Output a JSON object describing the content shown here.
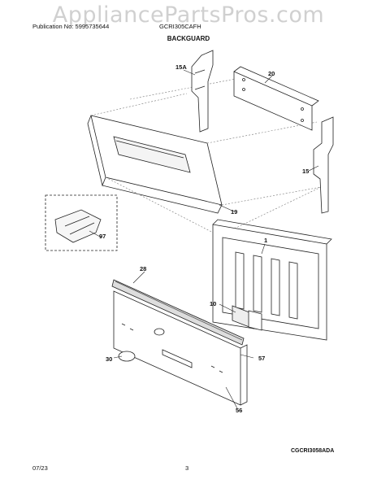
{
  "header": {
    "publication": "Publication No: 5995735644",
    "model": "GCRI305CAFH",
    "section_title": "BACKGUARD",
    "watermark": "AppliancePartsPros.com"
  },
  "callouts": {
    "c15a": "15A",
    "c20": "20",
    "c15": "15",
    "c19": "19",
    "c97": "97",
    "c1": "1",
    "c28": "28",
    "c10": "10",
    "c30": "30",
    "c57": "57",
    "c56": "56"
  },
  "footer": {
    "drawing_code": "CGCRI3058ADA",
    "date": "07/23",
    "page_number": "3"
  }
}
